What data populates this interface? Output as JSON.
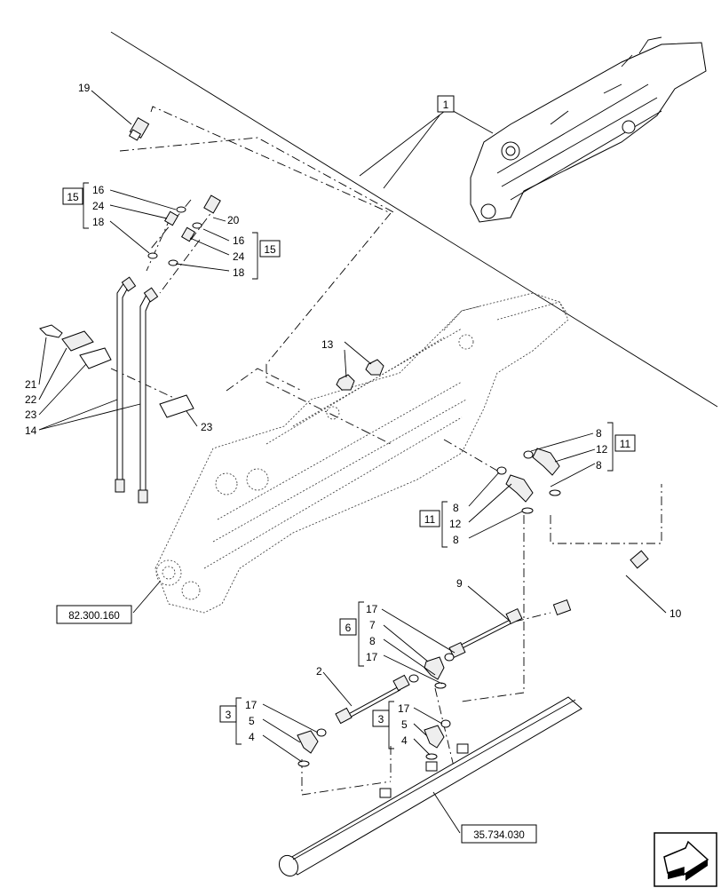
{
  "callouts": {
    "c19": "19",
    "c16a": "16",
    "c24a": "24",
    "c18a": "18",
    "c20": "20",
    "c16b": "16",
    "c24b": "24",
    "c18b": "18",
    "c13": "13",
    "c21": "21",
    "c22": "22",
    "c23a": "23",
    "c23b": "23",
    "c14": "14",
    "c8a": "8",
    "c12a": "12",
    "c8b": "8",
    "c8c": "8",
    "c12b": "12",
    "c8d": "8",
    "c9": "9",
    "c10": "10",
    "c2": "2",
    "c17a": "17",
    "c7": "7",
    "c8e": "8",
    "c17b": "17",
    "c17c": "17",
    "c5a": "5",
    "c4a": "4",
    "c17d": "17",
    "c5b": "5",
    "c4b": "4"
  },
  "group_boxes": {
    "g1": "1",
    "g15a": "15",
    "g15b": "15",
    "g11a": "11",
    "g11b": "11",
    "g6": "6",
    "g3a": "3",
    "g3b": "3"
  },
  "references": {
    "ref_boom": "82.300.160",
    "ref_cylinder": "35.734.030"
  },
  "icons": {
    "nav": "next-page-arrow-icon"
  }
}
